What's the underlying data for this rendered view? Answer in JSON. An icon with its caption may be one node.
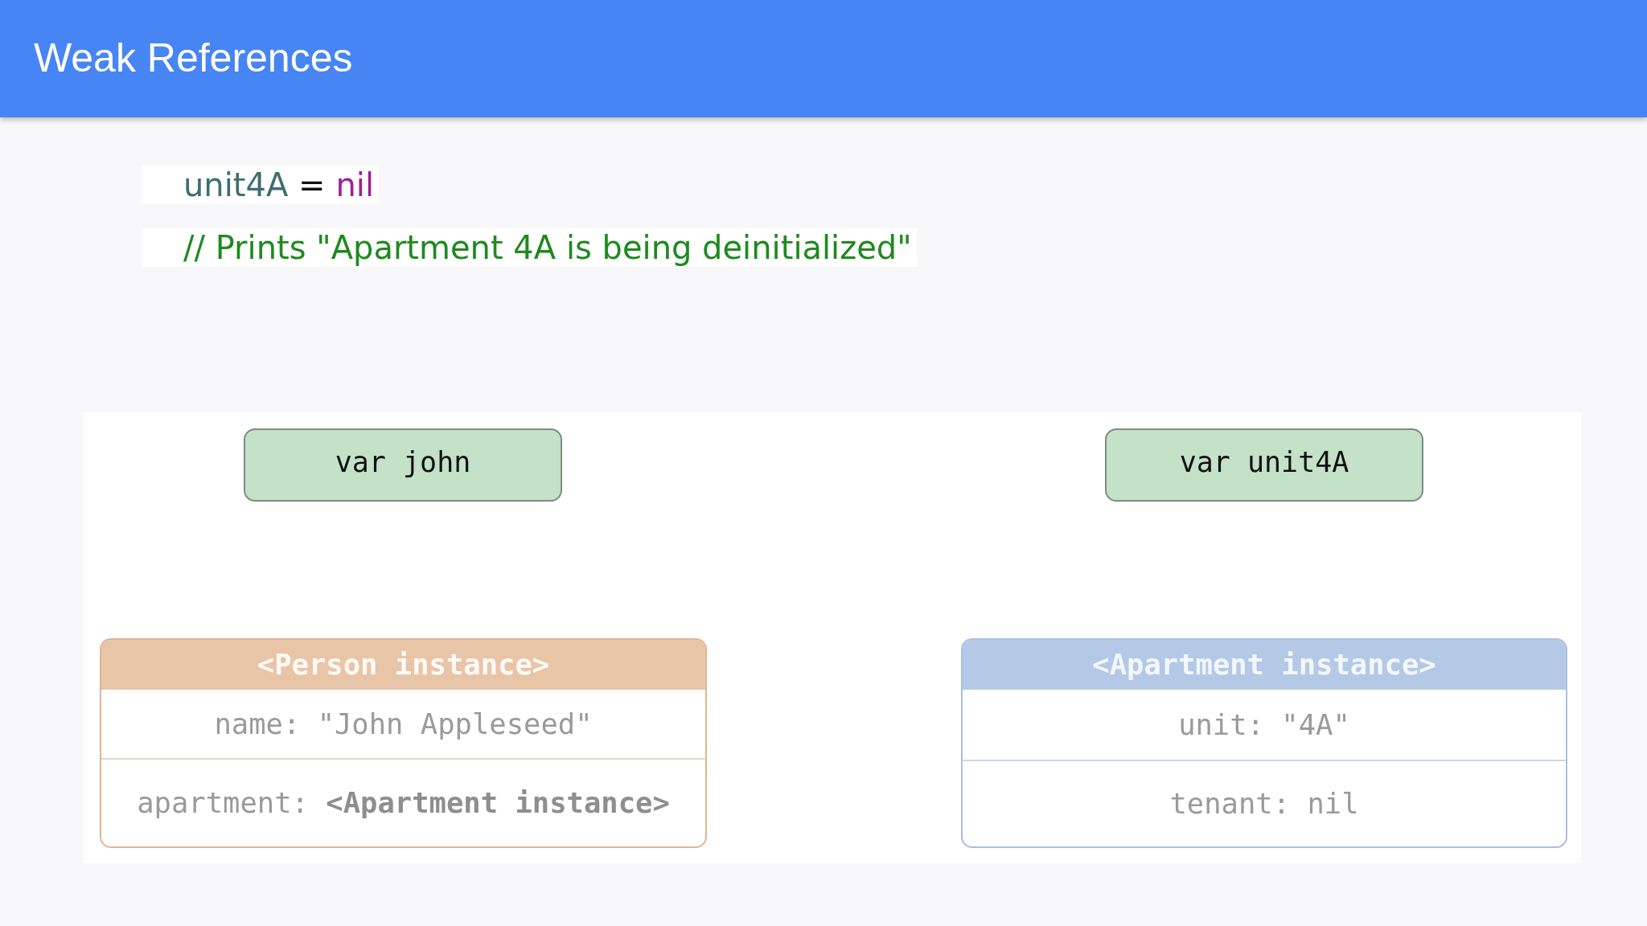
{
  "diagram": {
    "title": "Weak References",
    "nodes": [
      {
        "text": [
          "var john"
        ]
      },
      {
        "text": [
          "var unit4A"
        ]
      },
      {
        "text": [
          "<Person instance>",
          "name: \"John Appleseed\"",
          "apartment: **<Apartment instance>**"
        ]
      },
      {
        "text": [
          "<Apartment instance>",
          "unit: \"4A\"",
          "tenant: nil"
        ]
      }
    ],
    "labels": [
      "unit4A",
      "=",
      "nil",
      "// Prints \"Apartment 4A is being deinitialized\""
    ]
  }
}
